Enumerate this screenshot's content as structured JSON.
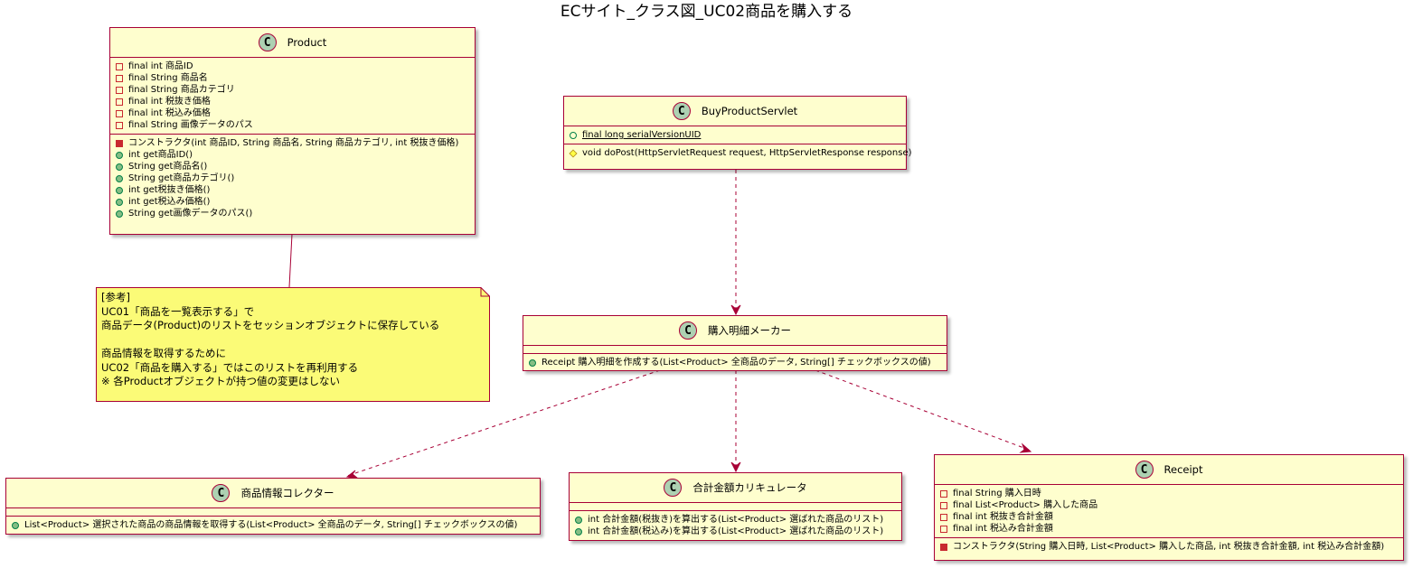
{
  "title": "ECサイト_クラス図_UC02商品を購入する",
  "colors": {
    "class_fill": "#fefece",
    "class_border": "#a80036",
    "class_icon": "#add1b2",
    "note_fill": "#fbfb77",
    "arrow": "#a80036"
  },
  "product": {
    "name": "Product",
    "icon": "C",
    "fields": [
      "final int 商品ID",
      "final String 商品名",
      "final String 商品カテゴリ",
      "final int 税抜き価格",
      "final int 税込み価格",
      "final String 画像データのパス"
    ],
    "methods": [
      "コンストラクタ(int 商品ID, String 商品名, String 商品カテゴリ, int 税抜き価格)",
      "int get商品ID()",
      "String get商品名()",
      "String get商品カテゴリ()",
      "int get税抜き価格()",
      "int get税込み価格()",
      "String get画像データのパス()"
    ]
  },
  "servlet": {
    "name": "BuyProductServlet",
    "icon": "C",
    "fields": [
      "final long serialVersionUID"
    ],
    "methods": [
      "void doPost(HttpServletRequest request, HttpServletResponse response)"
    ]
  },
  "maker": {
    "name": "購入明細メーカー",
    "icon": "C",
    "methods": [
      "Receipt 購入明細を作成する(List<Product> 全商品のデータ, String[] チェックボックスの値)"
    ]
  },
  "collector": {
    "name": "商品情報コレクター",
    "icon": "C",
    "methods": [
      "List<Product> 選択された商品の商品情報を取得する(List<Product> 全商品のデータ, String[] チェックボックスの値)"
    ]
  },
  "calculator": {
    "name": "合計金額カリキュレータ",
    "icon": "C",
    "methods": [
      "int 合計金額(税抜き)を算出する(List<Product> 選ばれた商品のリスト)",
      "int 合計金額(税込み)を算出する(List<Product> 選ばれた商品のリスト)"
    ]
  },
  "receipt": {
    "name": "Receipt",
    "icon": "C",
    "fields": [
      "final String 購入日時",
      "final List<Product> 購入した商品",
      "final int 税抜き合計金額",
      "final int 税込み合計金額"
    ],
    "methods": [
      "コンストラクタ(String 購入日時, List<Product> 購入した商品, int 税抜き合計金額, int 税込み合計金額)"
    ]
  },
  "note": {
    "text": "[参考]\nUC01「商品を一覧表示する」で\n商品データ(Product)のリストをセッションオブジェクトに保存している\n\n商品情報を取得するために\nUC02「商品を購入する」ではこのリストを再利用する\n※ 各Productオブジェクトが持つ値の変更はしない"
  }
}
